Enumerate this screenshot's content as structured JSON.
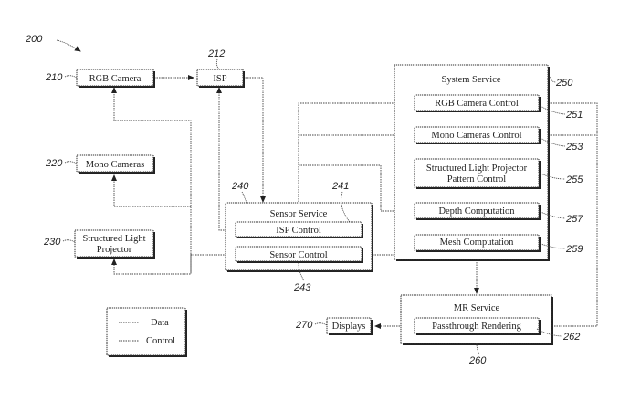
{
  "figure": {
    "ref": "200",
    "blocks": {
      "rgb_camera": {
        "ref": "210",
        "label": "RGB Camera"
      },
      "isp": {
        "ref": "212",
        "label": "ISP"
      },
      "mono_cameras": {
        "ref": "220",
        "label": "Mono Cameras"
      },
      "structured_light": {
        "ref": "230",
        "line1": "Structured Light",
        "line2": "Projector"
      },
      "sensor_service": {
        "ref": "240",
        "label": "Sensor Service",
        "isp_control": {
          "ref": "241",
          "label": "ISP Control"
        },
        "sensor_control": {
          "ref": "243",
          "label": "Sensor Control"
        }
      },
      "system_service": {
        "ref": "250",
        "label": "System Service",
        "rgb_camera_control": {
          "ref": "251",
          "label": "RGB Camera Control"
        },
        "mono_cameras_control": {
          "ref": "253",
          "label": "Mono Cameras Control"
        },
        "slp_pattern_control": {
          "ref": "255",
          "line1": "Structured Light Projector",
          "line2": "Pattern Control"
        },
        "depth_computation": {
          "ref": "257",
          "label": "Depth Computation"
        },
        "mesh_computation": {
          "ref": "259",
          "label": "Mesh Computation"
        }
      },
      "mr_service": {
        "ref": "260",
        "label": "MR Service",
        "passthrough_rendering": {
          "ref": "262",
          "label": "Passthrough Rendering"
        }
      },
      "displays": {
        "ref": "270",
        "label": "Displays"
      }
    },
    "legend": {
      "data": "Data",
      "control": "Control"
    }
  }
}
